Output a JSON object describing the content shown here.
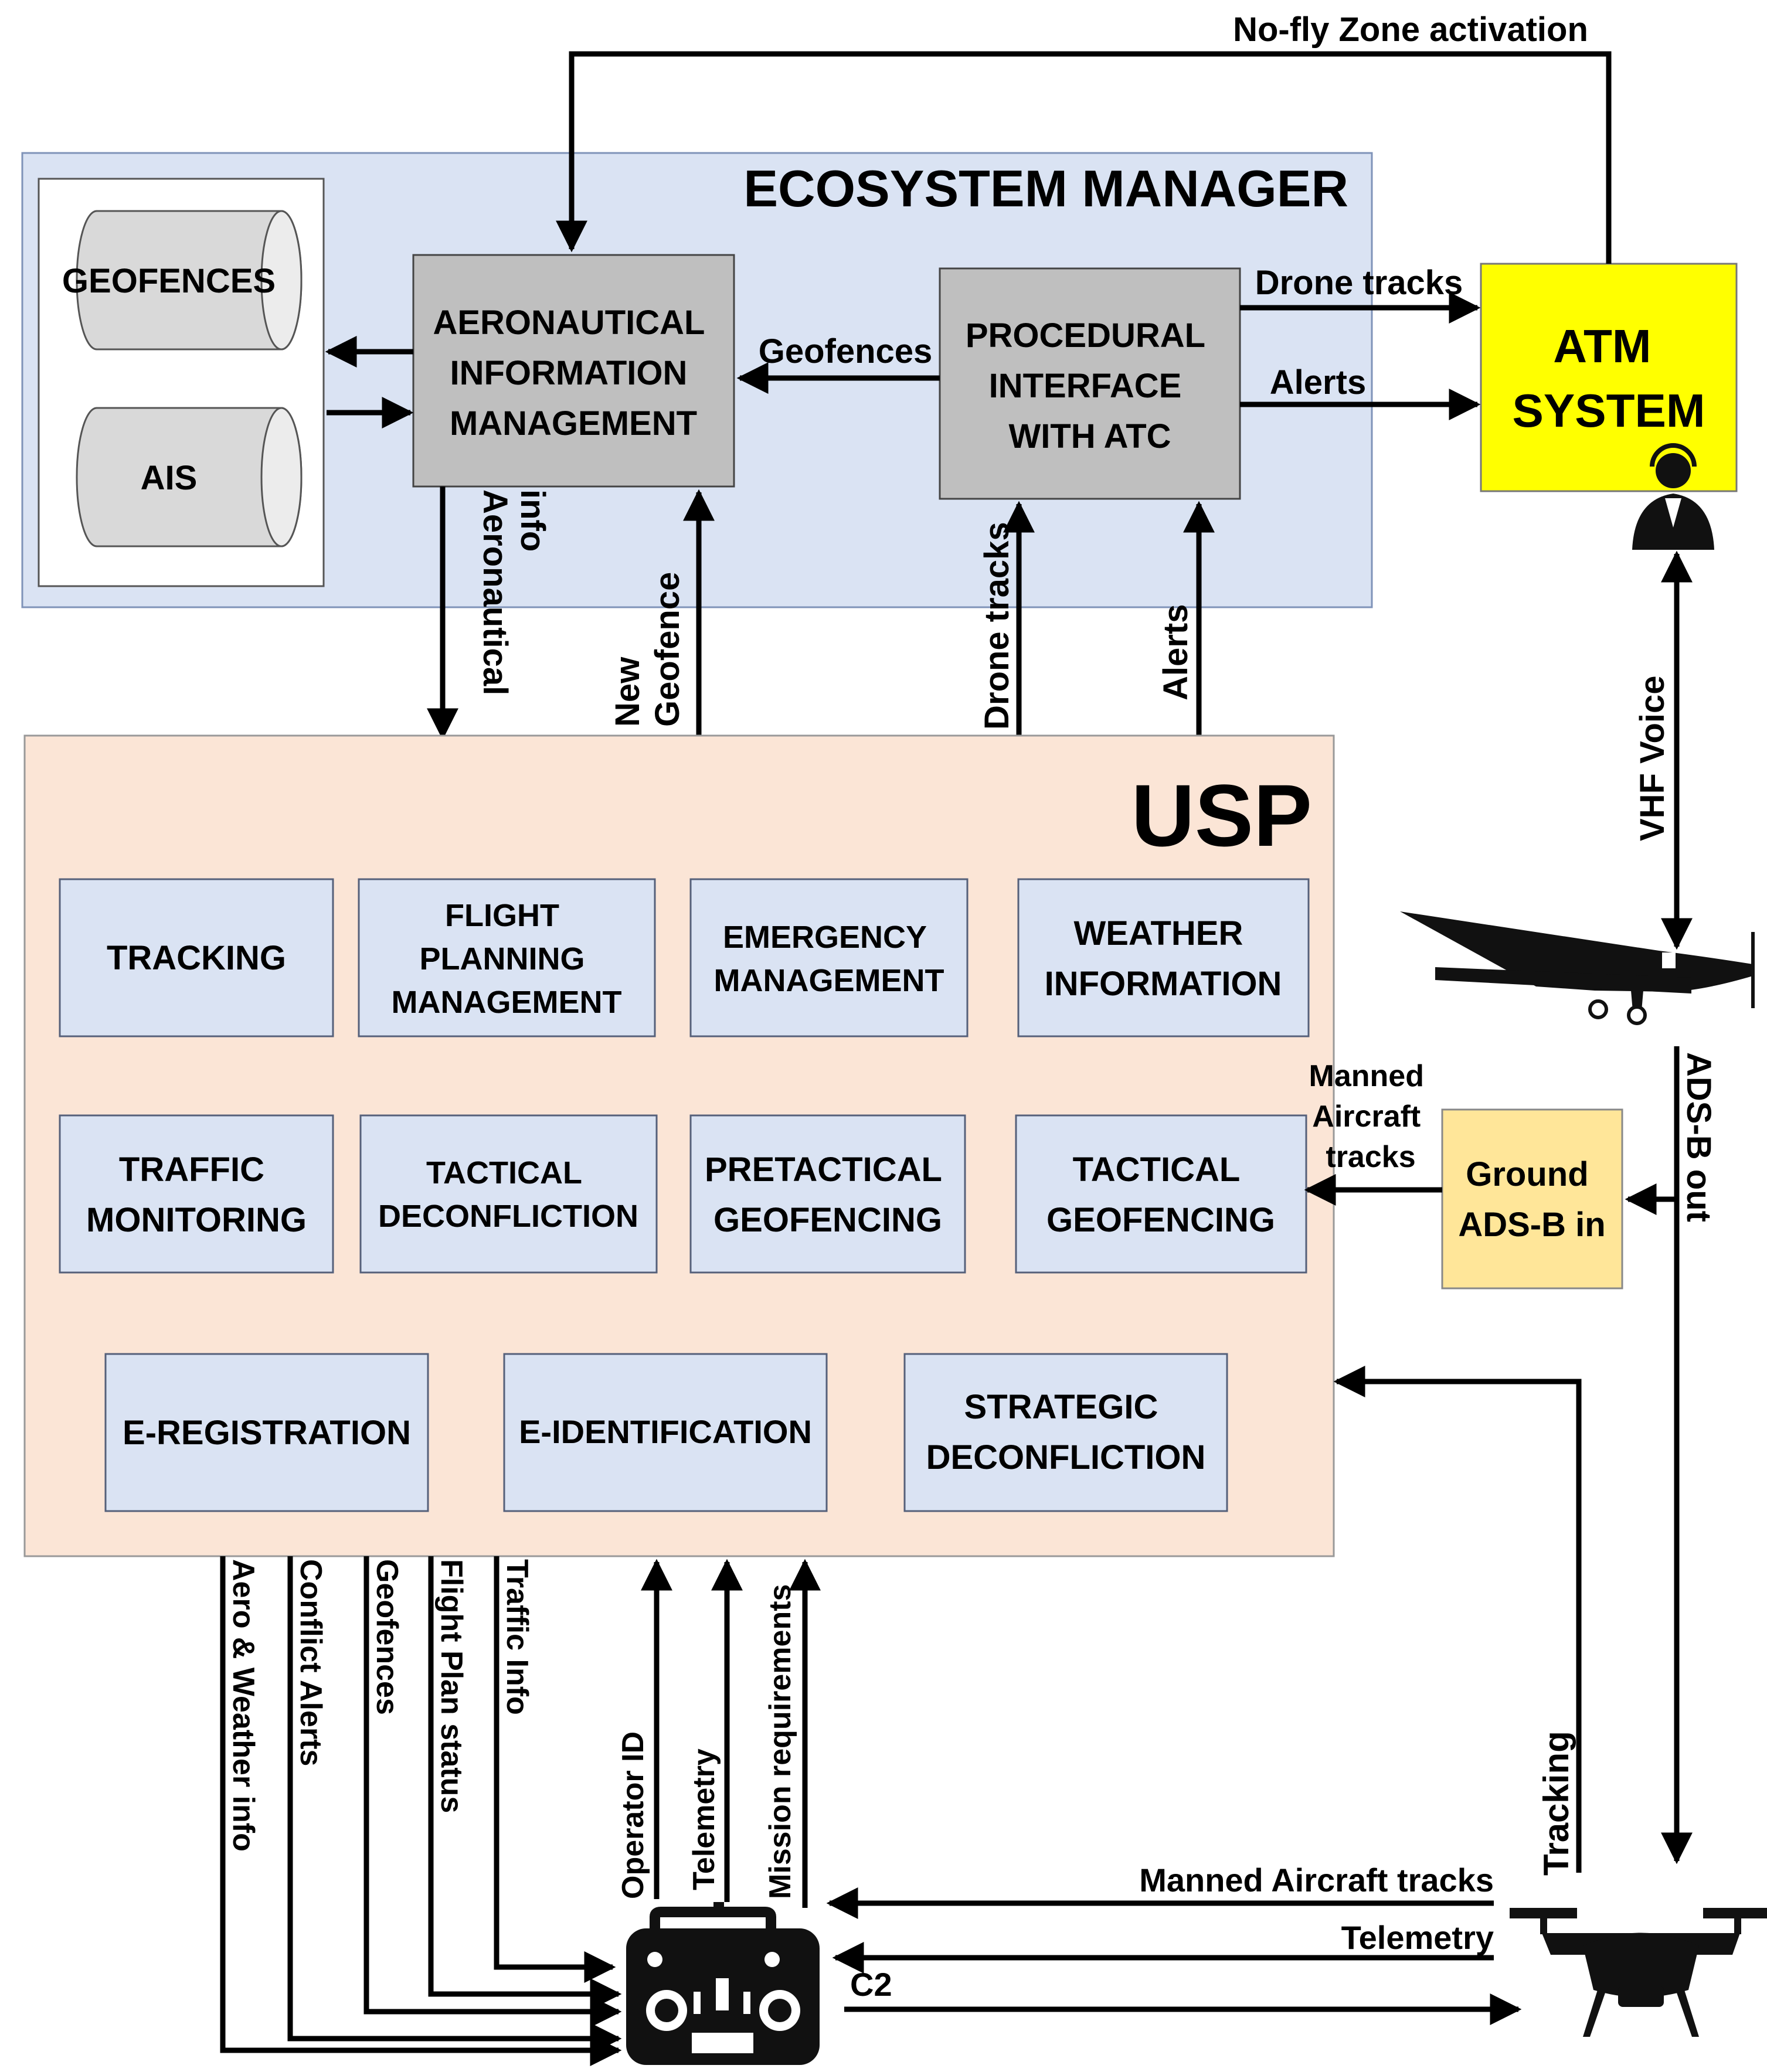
{
  "top_label": "No-fly Zone activation",
  "ecosystem": {
    "title": "ECOSYSTEM MANAGER",
    "db_geofences": "GEOFENCES",
    "db_ais": "AIS",
    "aim": [
      "AERONAUTICAL",
      "INFORMATION",
      "MANAGEMENT"
    ],
    "pia": [
      "PROCEDURAL",
      "INTERFACE",
      "WITH ATC"
    ],
    "geofences_label": "Geofences"
  },
  "atm": {
    "title": [
      "ATM",
      "SYSTEM"
    ],
    "drone_tracks": "Drone tracks",
    "alerts": "Alerts",
    "vhf_voice": "VHF Voice"
  },
  "links": {
    "aeronautical_info": [
      "Aeronautical",
      "info"
    ],
    "new_geofence": [
      "New",
      "Geofence"
    ],
    "drone_tracks": "Drone tracks",
    "alerts": "Alerts"
  },
  "usp": {
    "title": "USP",
    "modules": {
      "tracking": [
        "TRACKING"
      ],
      "flight_planning": [
        "FLIGHT",
        "PLANNING",
        "MANAGEMENT"
      ],
      "emergency": [
        "EMERGENCY",
        "MANAGEMENT"
      ],
      "weather": [
        "WEATHER",
        "INFORMATION"
      ],
      "traffic_monitoring": [
        "TRAFFIC",
        "MONITORING"
      ],
      "tactical_deconfliction": [
        "TACTICAL",
        "DECONFLICTION"
      ],
      "pretactical_geofencing": [
        "PRETACTICAL",
        "GEOFENCING"
      ],
      "tactical_geofencing": [
        "TACTICAL",
        "GEOFENCING"
      ],
      "e_registration": [
        "E-REGISTRATION"
      ],
      "e_identification": [
        "E-IDENTIFICATION"
      ],
      "strategic_deconfliction": [
        "STRATEGIC",
        "DECONFLICTION"
      ]
    }
  },
  "adsb": {
    "ground": [
      "Ground",
      "ADS-B in"
    ],
    "manned_tracks": [
      "Manned",
      "Aircraft",
      "tracks"
    ],
    "out": "ADS-B out"
  },
  "downlinks": [
    "Aero & Weather info",
    "Conflict Alerts",
    "Geofences",
    "Flight Plan status",
    "Traffic Info"
  ],
  "uplinks": [
    "Operator ID",
    "Telemetry",
    "Mission requirements"
  ],
  "drone": {
    "tracking": "Tracking",
    "manned_aircraft_tracks": "Manned Aircraft tracks",
    "telemetry": "Telemetry",
    "c2": "C2"
  },
  "colors": {
    "ecosystem_fill": "#dae3f3",
    "usp_fill": "#fbe5d6",
    "module_fill": "#dae3f3",
    "gray_box": "#bfbfbf",
    "atm_fill": "#ffff00",
    "adsb_fill": "#ffe699",
    "db_fill": "#d9d9d9"
  }
}
